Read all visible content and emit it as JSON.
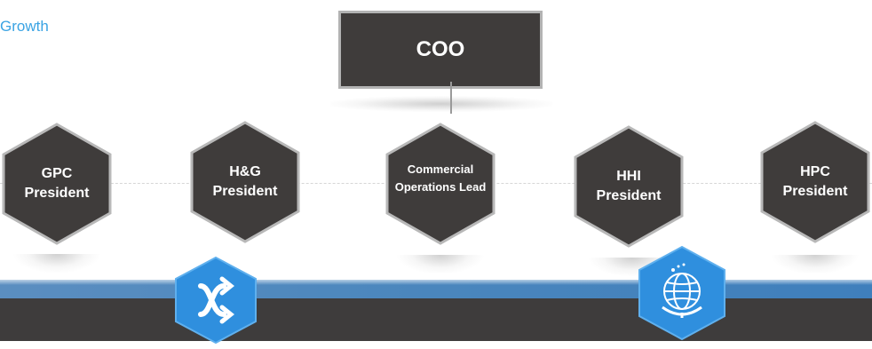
{
  "header": {
    "growth_text": "Growth"
  },
  "coo": {
    "label": "COO"
  },
  "roles": [
    {
      "name": "gpc-president",
      "lines": [
        "GPC",
        "President"
      ]
    },
    {
      "name": "hg-president",
      "lines": [
        "H&G",
        "President"
      ]
    },
    {
      "name": "commercial-operations-lead",
      "lines": [
        "Commercial",
        "Operations Lead"
      ]
    },
    {
      "name": "hhi-president",
      "lines": [
        "HHI",
        "President"
      ]
    },
    {
      "name": "hpc-president",
      "lines": [
        "HPC",
        "President"
      ]
    }
  ],
  "colors": {
    "hex_fill": "#3f3c3b",
    "hex_border": "#b8b8b8",
    "accent_blue": "#2f8fde",
    "dark_band": "#3e3c3c"
  },
  "icons": [
    "shuffle-icon",
    "globe-icon"
  ]
}
